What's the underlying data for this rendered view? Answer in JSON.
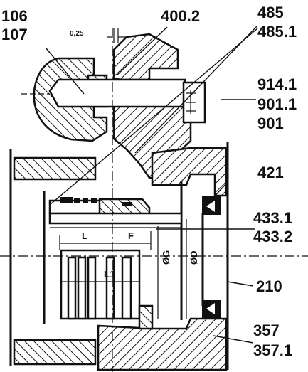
{
  "callouts": {
    "c106": "106",
    "c107": "107",
    "c400_2": "400.2",
    "c485": "485",
    "c485_1": "485.1",
    "c914_1": "914.1",
    "c901_1": "901.1",
    "c901": "901",
    "c421": "421",
    "c433_1": "433.1",
    "c433_2": "433.2",
    "c210": "210",
    "c357": "357",
    "c357_1": "357.1"
  },
  "dimensions": {
    "gap": "0,25",
    "L": "L",
    "F": "F",
    "L1": "L1",
    "dg": "ØG",
    "dd": "ØD"
  }
}
